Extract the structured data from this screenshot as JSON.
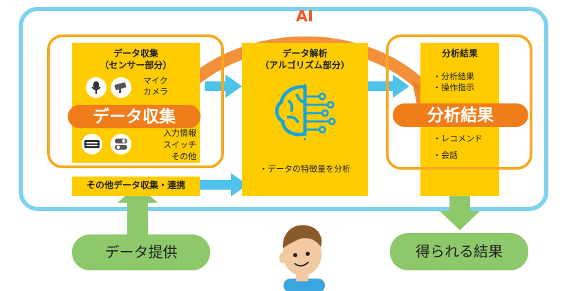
{
  "ai_label": "AI",
  "collect": {
    "title_line1": "データ収集",
    "title_line2": "（センサー部分）",
    "mic": "マイク",
    "camera": "カメラ",
    "input": "入力情報",
    "switch": "スイッチ",
    "other": "その他",
    "pill": "データ収集"
  },
  "other_collect": "その他データ収集・連携",
  "analysis": {
    "title_line1": "データ解析",
    "title_line2": "（アルゴリズム部分）",
    "bullet": "・データの特徴量を分析"
  },
  "results": {
    "title": "分析結果",
    "bullet1": "・分析結果",
    "bullet2": "・操作指示",
    "pill": "分析結果",
    "bullet3": "・レコメンド",
    "bullet4": "・会話"
  },
  "provide_label": "データ提供",
  "obtained_label": "得られる結果",
  "colors": {
    "outer_border": "#7dd3ef",
    "yellow": "#ffcc00",
    "orange": "#f07d1a",
    "green": "#8dc86b",
    "arrow_blue": "#4fc3ea"
  }
}
